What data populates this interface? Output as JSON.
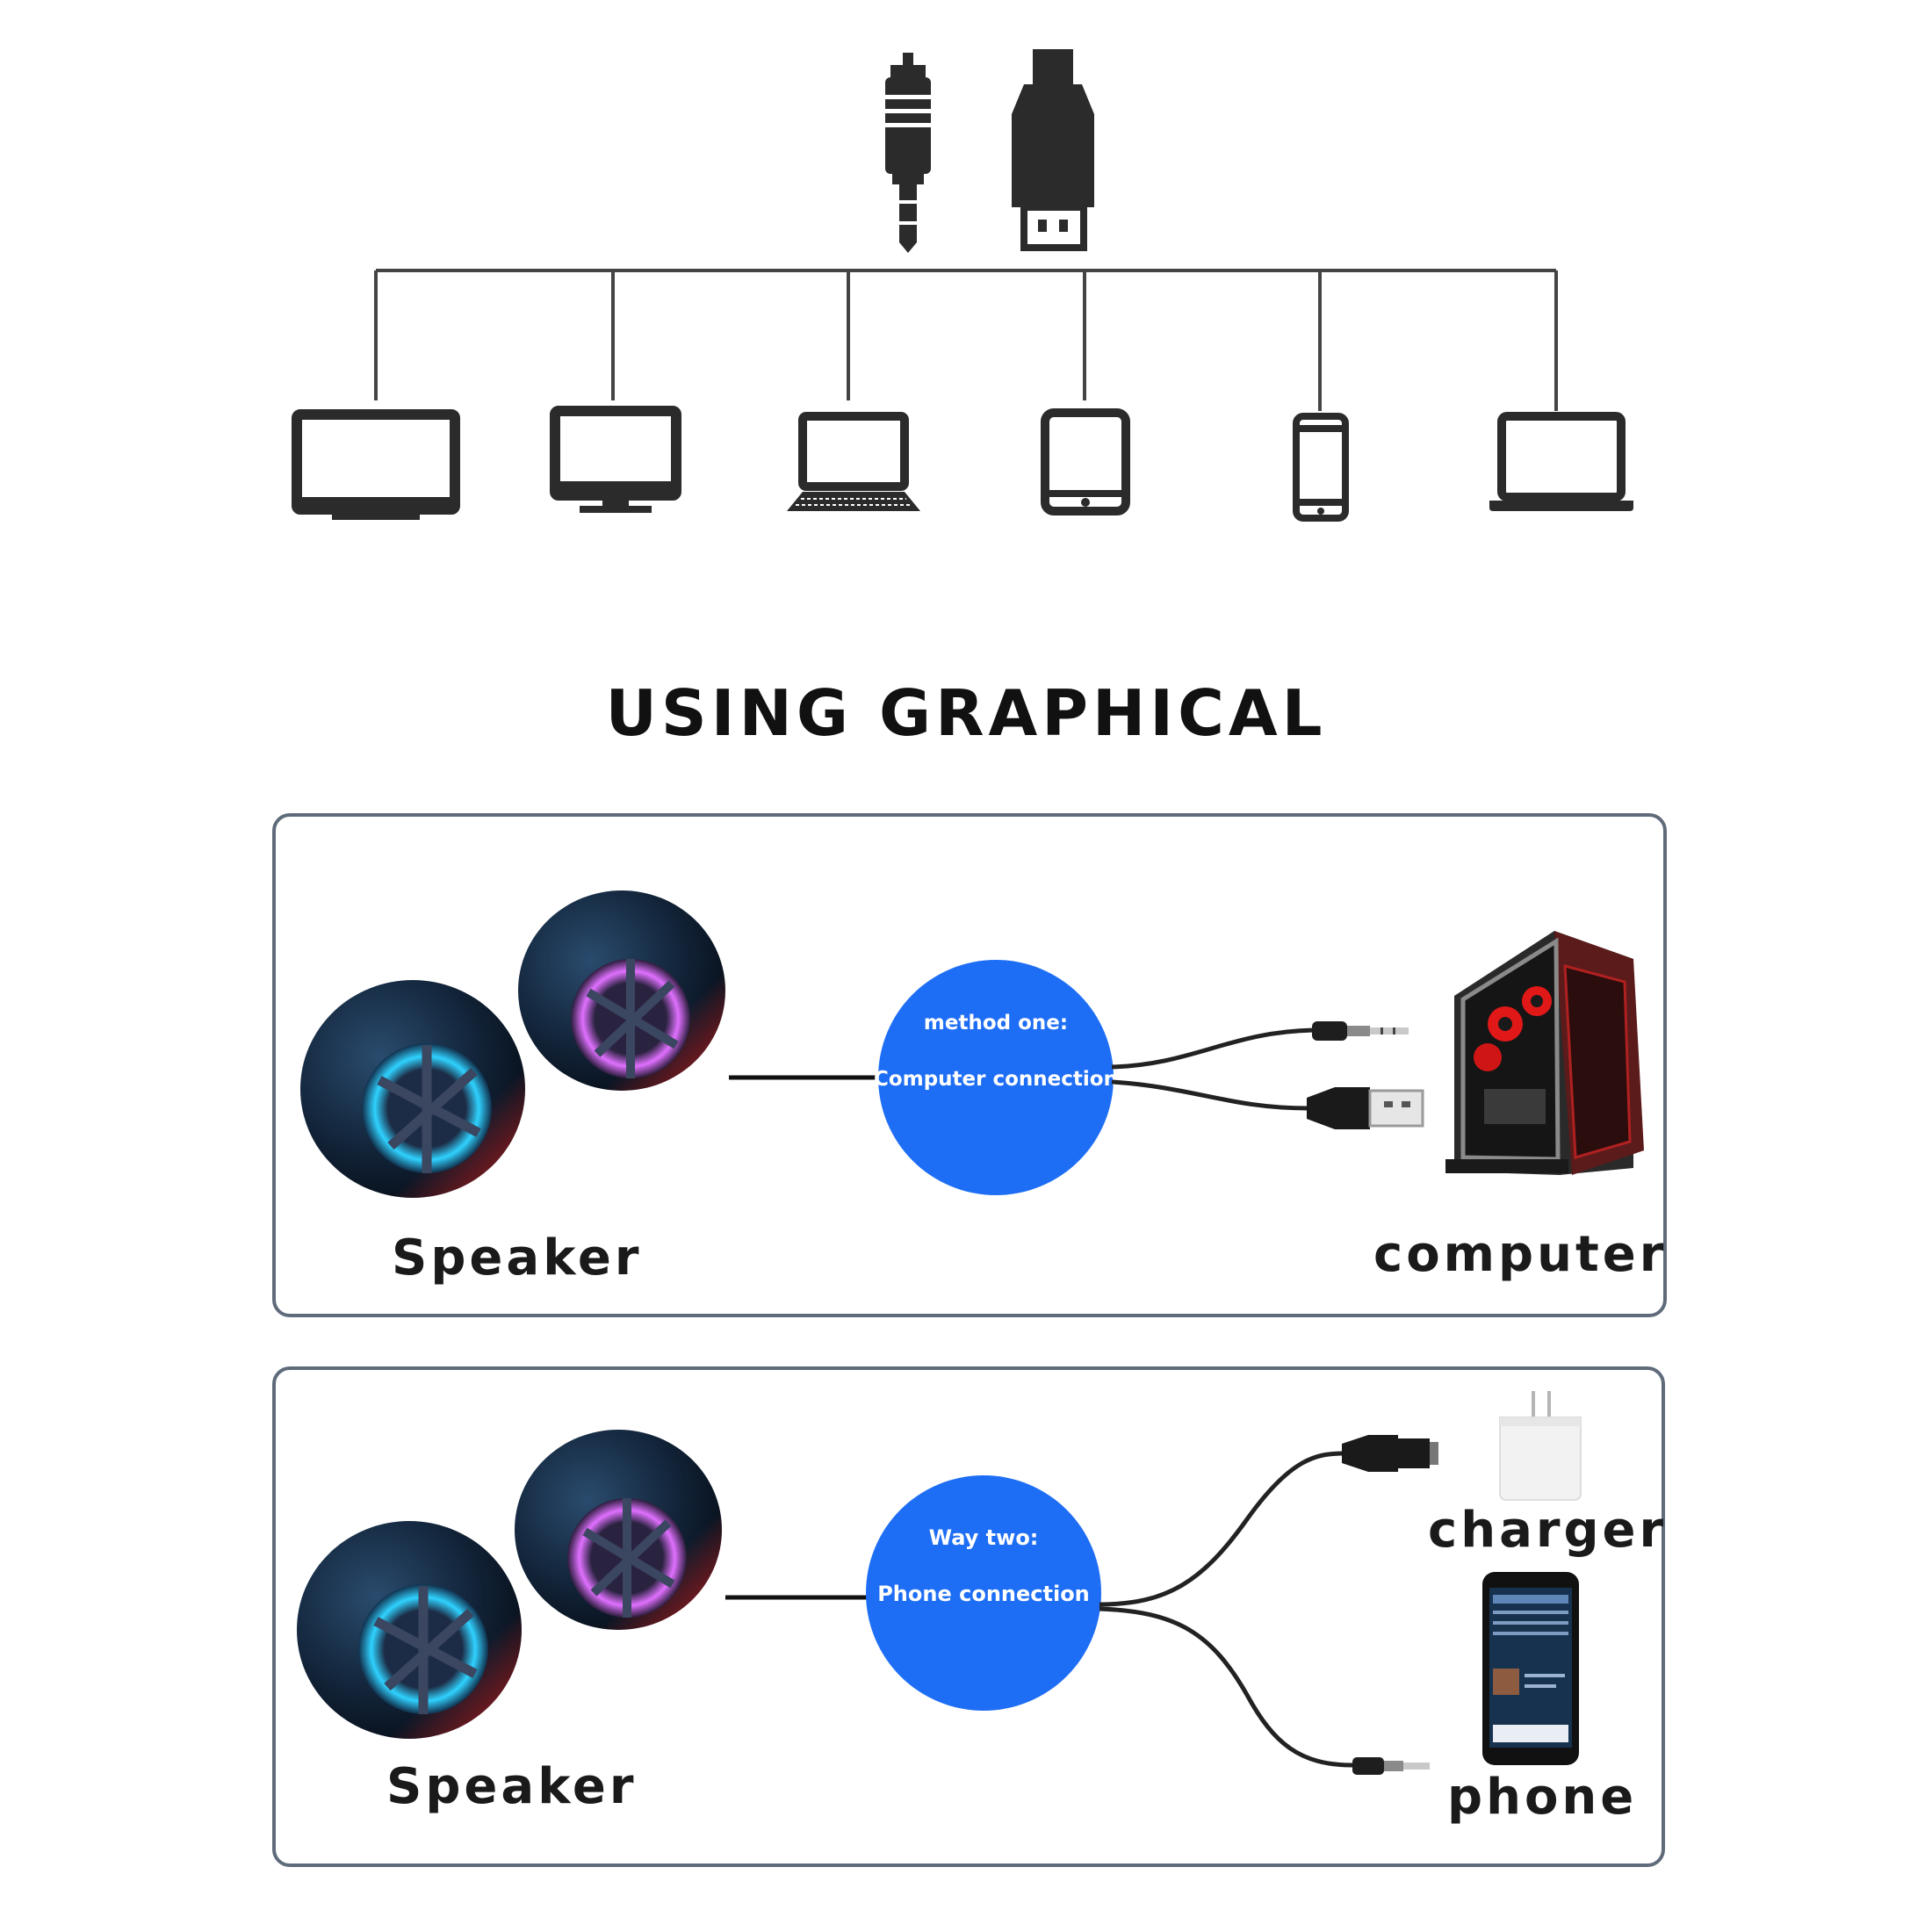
{
  "title": "USING GRAPHICAL",
  "colors": {
    "accent_blue": "#1e6ef5",
    "icon_dark": "#2b2b2b",
    "panel_border": "#5f6b7a",
    "speaker_glow_blue": "#2fd2ff",
    "speaker_glow_pink": "#e070ff",
    "pc_red": "#e01818"
  },
  "top_diagram": {
    "connectors": [
      "audio-jack-icon",
      "usb-plug-icon"
    ],
    "devices": [
      "tv-icon",
      "monitor-icon",
      "laptop-icon",
      "tablet-icon",
      "phone-icon",
      "notebook-icon"
    ]
  },
  "panel_one": {
    "circle_line1": "method one:",
    "circle_line2": "Computer connection",
    "speaker_label": "Speaker",
    "target_label": "computer"
  },
  "panel_two": {
    "circle_line1": "Way two:",
    "circle_line2": "Phone connection",
    "speaker_label": "Speaker",
    "charger_label": "charger",
    "phone_label": "phone"
  }
}
